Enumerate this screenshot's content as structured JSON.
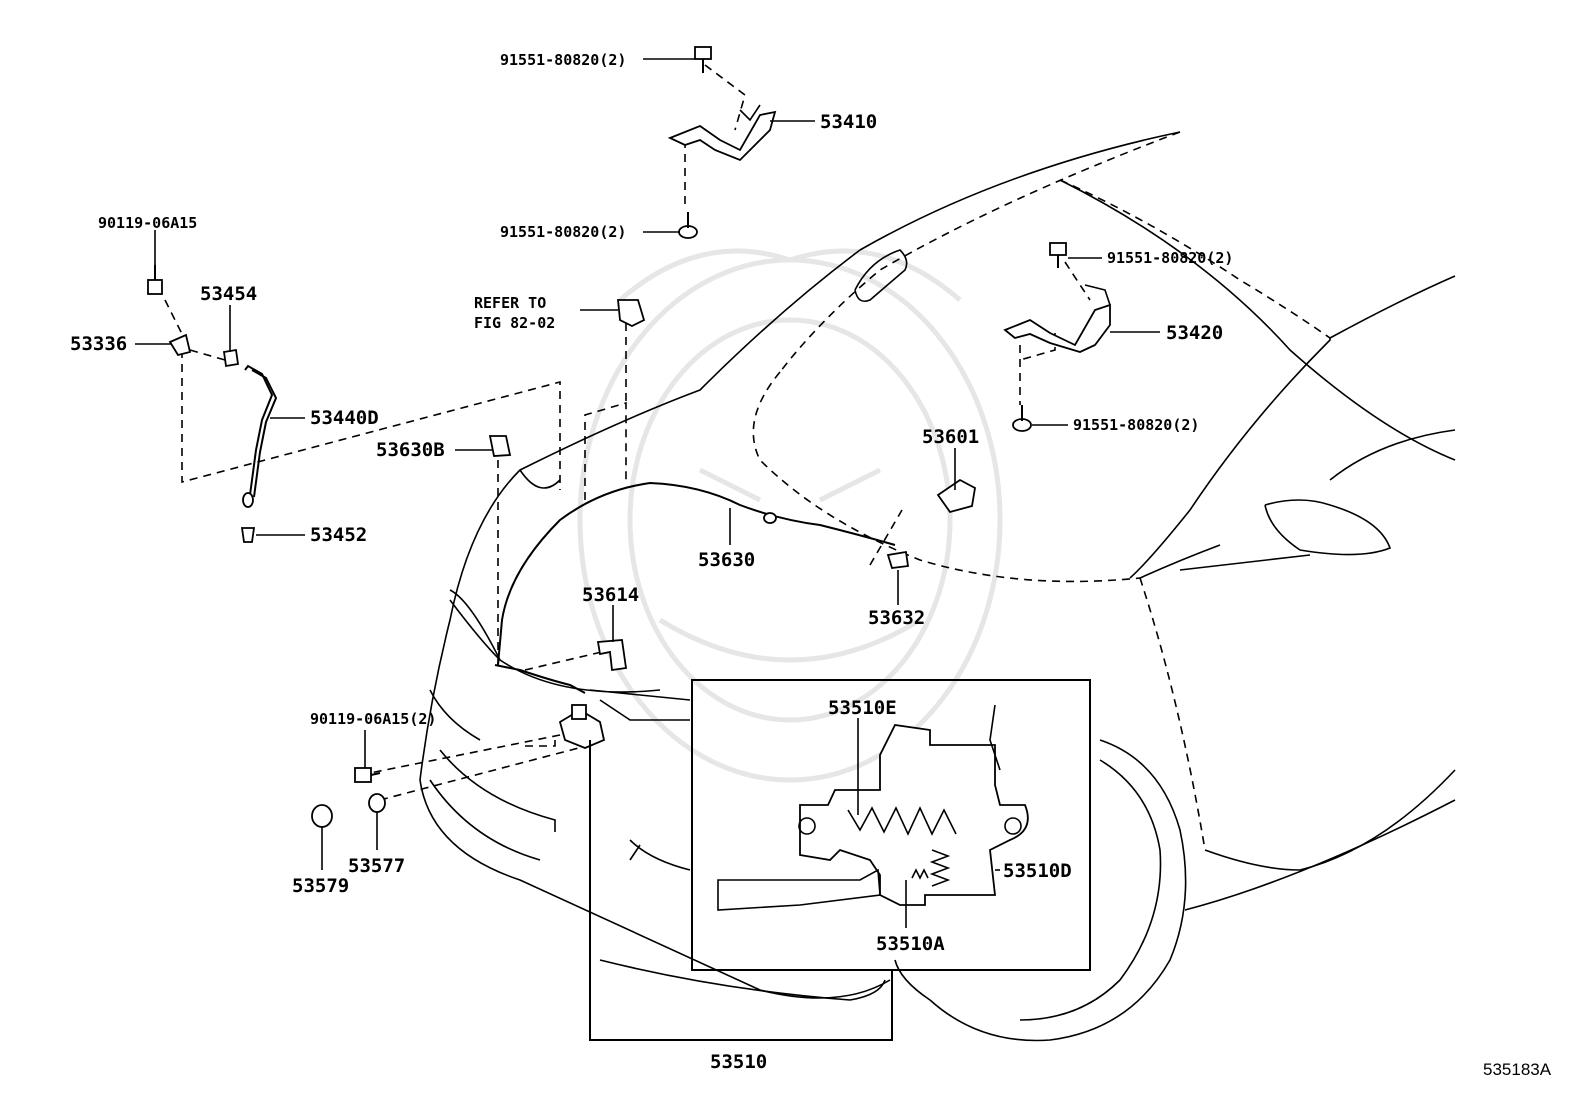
{
  "diagram_id": "535183A",
  "refer_note": {
    "line1": "REFER TO",
    "line2": "FIG 82-02"
  },
  "callouts": {
    "bolt_hinge_upper_top": "91551-80820(2)",
    "hinge_left": "53410",
    "bolt_hinge_upper_bottom": "91551-80820(2)",
    "bolt_hinge_right_top": "91551-80820(2)",
    "hinge_right": "53420",
    "bolt_hinge_right_bottom": "91551-80820(2)",
    "bolt_support": "90119-06A15",
    "support_holder": "53454",
    "support_bracket": "53336",
    "support_rod": "53440D",
    "cable_clamp_b": "53630B",
    "rod_grommet": "53452",
    "release_handle": "53601",
    "release_cable": "53630",
    "cable_clamp": "53632",
    "cable_bracket": "53614",
    "bolt_lock": "90119-06A15(2)",
    "cushion": "53579",
    "lock_nut": "53577",
    "lock_spring_e": "53510E",
    "lock_spring_d": "53510D",
    "lock_spring_a": "53510A",
    "hood_lock": "53510"
  },
  "icons": {
    "watermark": "samurai-mask-watermark",
    "bolt": "bolt-icon",
    "clip": "clip-icon"
  }
}
